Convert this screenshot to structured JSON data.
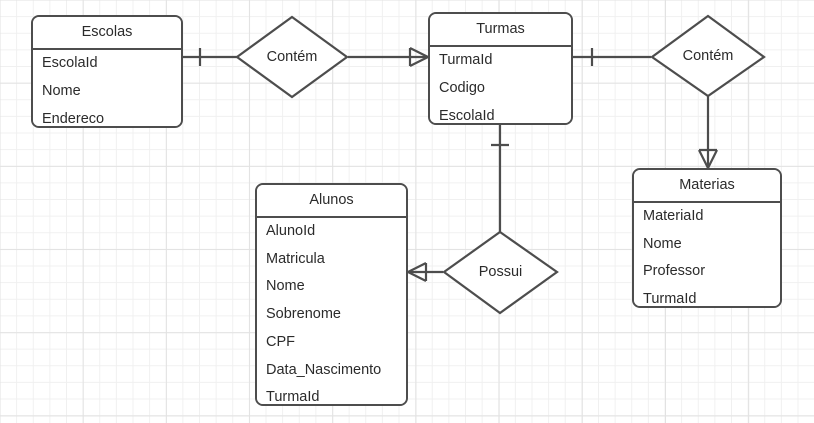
{
  "diagram": {
    "type": "entity-relationship-diagram",
    "background": "grid-paper",
    "stroke_color": "#4d4d4d",
    "text_color": "#2b2b2b",
    "fill_color": "#ffffff"
  },
  "entities": [
    {
      "id": "escolas",
      "title": "Escolas",
      "attributes": [
        "EscolaId",
        "Nome",
        "Endereco"
      ]
    },
    {
      "id": "turmas",
      "title": "Turmas",
      "attributes": [
        "TurmaId",
        "Codigo",
        "EscolaId"
      ]
    },
    {
      "id": "alunos",
      "title": "Alunos",
      "attributes": [
        "AlunoId",
        "Matricula",
        "Nome",
        "Sobrenome",
        "CPF",
        "Data_Nascimento",
        "TurmaId"
      ]
    },
    {
      "id": "materias",
      "title": "Materias",
      "attributes": [
        "MateriaId",
        "Nome",
        "Professor",
        "TurmaId"
      ]
    }
  ],
  "relationships": [
    {
      "id": "escolas-turmas",
      "label": "Contém",
      "from": "escolas",
      "to": "turmas",
      "from_cardinality": "one",
      "to_cardinality": "many"
    },
    {
      "id": "turmas-materias",
      "label": "Contém",
      "from": "turmas",
      "to": "materias",
      "from_cardinality": "one",
      "to_cardinality": "many"
    },
    {
      "id": "turmas-alunos",
      "label": "Possui",
      "from": "turmas",
      "to": "alunos",
      "from_cardinality": "one",
      "to_cardinality": "many"
    }
  ]
}
